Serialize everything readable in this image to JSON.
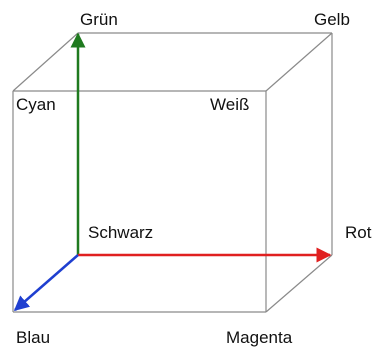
{
  "diagram": {
    "labels": {
      "black": "Schwarz",
      "red": "Rot",
      "green": "Grün",
      "blue": "Blau",
      "yellow": "Gelb",
      "cyan": "Cyan",
      "magenta": "Magenta",
      "white": "Weiß"
    },
    "axis_colors": {
      "red": "#e02020",
      "green": "#1f7a1f",
      "blue": "#1f3fd0"
    },
    "edge_color": "#8a8a8a"
  }
}
